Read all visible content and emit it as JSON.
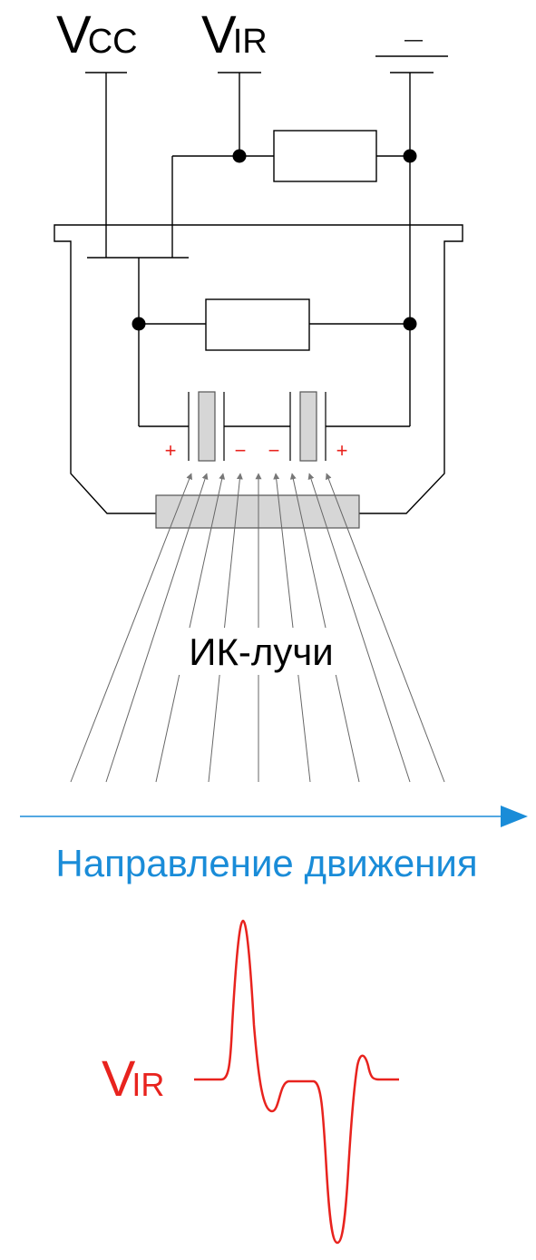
{
  "labels": {
    "vcc_main": "V",
    "vcc_sub": "CC",
    "vir_main": "V",
    "vir_sub": "IR",
    "ground_mark": "—",
    "rays": "ИК-лучи",
    "direction": "Направление движения",
    "signal_main": "V",
    "signal_sub": "IR"
  },
  "polarity": [
    "+",
    "−",
    "−",
    "+"
  ],
  "colors": {
    "wire": "#000000",
    "element_fill": "#d6d6d6",
    "element_stroke": "#555555",
    "ray": "#666666",
    "direction": "#1a8cd8",
    "signal": "#e8231e"
  }
}
